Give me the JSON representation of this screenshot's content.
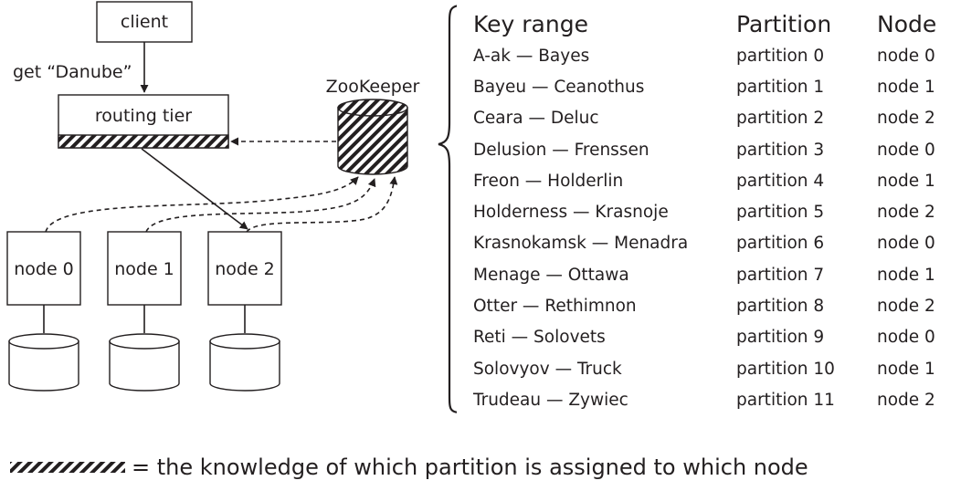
{
  "diagram": {
    "client_label": "client",
    "request_label": "get “Danube”",
    "routing_label": "routing tier",
    "zookeeper_label": "ZooKeeper",
    "nodes": [
      "node 0",
      "node 1",
      "node 2"
    ]
  },
  "table": {
    "headers": [
      "Key range",
      "Partition",
      "Node"
    ],
    "rows": [
      {
        "range": "A-ak — Bayes",
        "partition": "partition 0",
        "node": "node 0"
      },
      {
        "range": "Bayeu — Ceanothus",
        "partition": "partition 1",
        "node": "node 1"
      },
      {
        "range": "Ceara — Deluc",
        "partition": "partition 2",
        "node": "node 2"
      },
      {
        "range": "Delusion — Frenssen",
        "partition": "partition 3",
        "node": "node 0"
      },
      {
        "range": "Freon — Holderlin",
        "partition": "partition 4",
        "node": "node 1"
      },
      {
        "range": "Holderness — Krasnoje",
        "partition": "partition 5",
        "node": "node 2"
      },
      {
        "range": "Krasnokamsk — Menadra",
        "partition": "partition 6",
        "node": "node 0"
      },
      {
        "range": "Menage — Ottawa",
        "partition": "partition 7",
        "node": "node 1"
      },
      {
        "range": "Otter — Rethimnon",
        "partition": "partition 8",
        "node": "node 2"
      },
      {
        "range": "Reti — Solovets",
        "partition": "partition 9",
        "node": "node 0"
      },
      {
        "range": "Solovyov — Truck",
        "partition": "partition 10",
        "node": "node 1"
      },
      {
        "range": "Trudeau — Zywiec",
        "partition": "partition 11",
        "node": "node 2"
      }
    ]
  },
  "legend": {
    "text": "= the knowledge of which partition is assigned to which node"
  }
}
